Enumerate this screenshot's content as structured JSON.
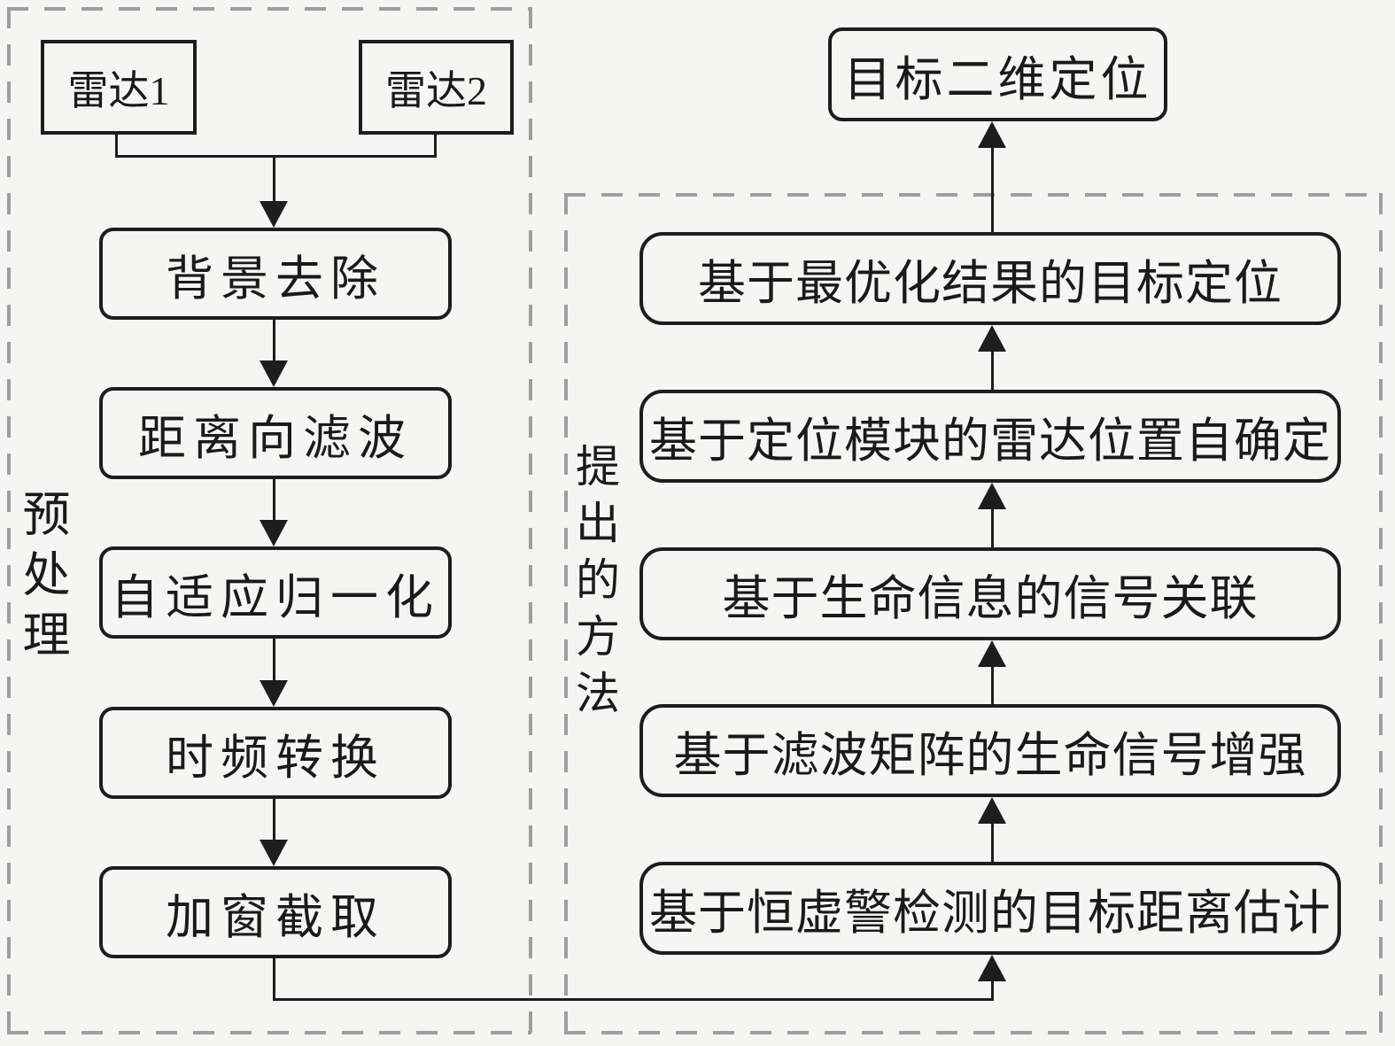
{
  "palette": {
    "background": "#f5f5f4",
    "line_color": "#1d1d1d",
    "dash_color": "#9e9e9e",
    "text_color": "#1a1a1a"
  },
  "preprocess_group": {
    "label_vertical": "预处理",
    "radars": [
      {
        "label": "雷达1"
      },
      {
        "label": "雷达2"
      }
    ],
    "steps": [
      "背景去除",
      "距离向滤波",
      "自适应归一化",
      "时频转换",
      "加窗截取"
    ]
  },
  "method_group": {
    "label_vertical": "提出的方法",
    "steps_top_to_bottom": [
      "基于最优化结果的目标定位",
      "基于定位模块的雷达位置自确定",
      "基于生命信息的信号关联",
      "基于滤波矩阵的生命信号增强",
      "基于恒虚警检测的目标距离估计"
    ]
  },
  "result": {
    "label": "目标二维定位"
  }
}
